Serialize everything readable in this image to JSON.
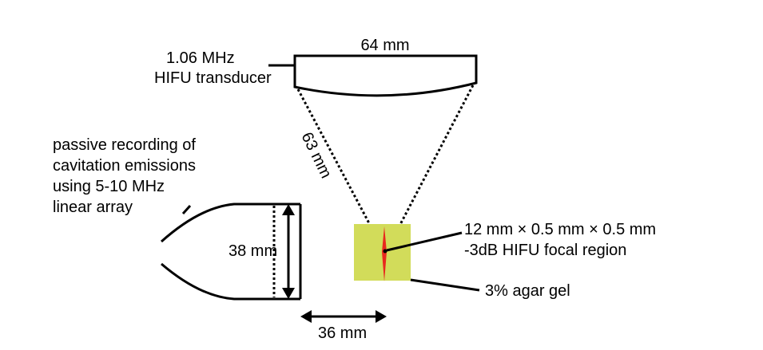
{
  "labels": {
    "transducer_freq": "1.06 MHz",
    "transducer_name": "HIFU transducer",
    "aperture": "64 mm",
    "focal_length": "63 mm",
    "passive_line1": "passive recording of",
    "passive_line2": "cavitation emissions",
    "passive_line3": "using 5-10 MHz",
    "passive_line4": "linear array",
    "array_width": "38 mm",
    "separation": "36 mm",
    "focal_dims": "12 mm × 0.5 mm × 0.5 mm",
    "focal_region": "-3dB HIFU focal region",
    "gel": "3% agar gel"
  },
  "colors": {
    "gel_fill": "#D2DC5A",
    "focal_fill": "#E8281E",
    "stroke": "#000000",
    "background": "#FFFFFF"
  }
}
